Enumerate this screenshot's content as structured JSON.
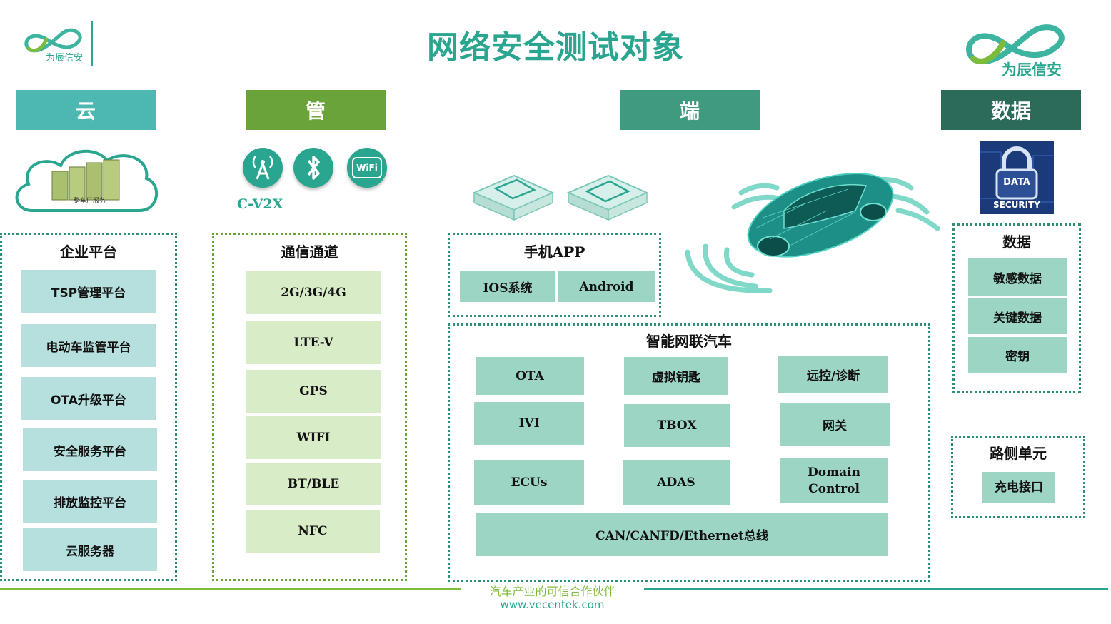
{
  "title": "网络安全测试对象",
  "brand": {
    "logo_text": "为辰信安"
  },
  "headers": {
    "cloud": "云",
    "pipe": "管",
    "end": "端",
    "data": "数据"
  },
  "colors": {
    "cloud": "#4db8b1",
    "pipe": "#6aa33a",
    "end": "#3f9a80",
    "data": "#2c6b5a",
    "accent": "#2aa58f"
  },
  "cloud_image_label": "整车厂服务",
  "cloud_panel": {
    "title": "企业平台",
    "items": [
      "TSP管理平台",
      "电动车监管平台",
      "OTA升级平台",
      "安全服务平台",
      "排放监控平台",
      "云服务器"
    ]
  },
  "pipe_icons": {
    "cv2x_label": "C-V2X",
    "wifi_text": "WiFi"
  },
  "pipe_panel": {
    "title": "通信通道",
    "items": [
      "2G/3G/4G",
      "LTE-V",
      "GPS",
      "WIFI",
      "BT/BLE",
      "NFC"
    ]
  },
  "app_panel": {
    "title": "手机APP",
    "items": [
      "IOS系统",
      "Android"
    ]
  },
  "car_panel": {
    "title": "智能网联汽车",
    "items": [
      "OTA",
      "虚拟钥匙",
      "远控/诊断",
      "IVI",
      "TBOX",
      "网关",
      "ECUs",
      "ADAS",
      "Domain Control"
    ],
    "bus": "CAN/CANFD/Ethernet总线"
  },
  "security_image": {
    "line1": "DATA",
    "line2": "SECURITY"
  },
  "data_panel": {
    "title": "数据",
    "items": [
      "敏感数据",
      "关键数据",
      "密钥"
    ]
  },
  "roadside_panel": {
    "title": "路侧单元",
    "items": [
      "充电接口"
    ]
  },
  "footer": {
    "slogan": "汽车产业的可信合作伙伴",
    "url": "www.vecentek.com"
  }
}
